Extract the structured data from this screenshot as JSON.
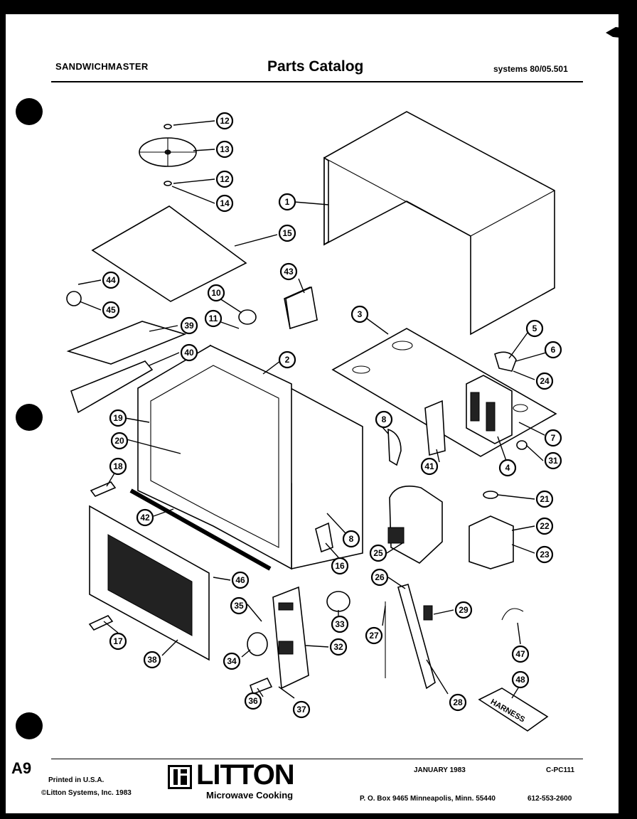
{
  "header": {
    "left": "SANDWICHMASTER",
    "center": "Parts Catalog",
    "right": "systems 80/05.501"
  },
  "footer": {
    "page_code": "A9",
    "printed": "Printed in U.S.A.",
    "copyright": "©Litton Systems, Inc. 1983",
    "logo_name": "LITTON",
    "logo_sub": "Microwave Cooking",
    "date": "JANUARY 1983",
    "doc_number": "C-PC111",
    "address": "P. O. Box 9465  Minneapolis, Minn. 55440",
    "phone": "612-553-2600"
  },
  "diagram": {
    "callouts": [
      "1",
      "2",
      "3",
      "4",
      "5",
      "6",
      "7",
      "8",
      "8",
      "10",
      "11",
      "12",
      "12",
      "13",
      "14",
      "15",
      "16",
      "17",
      "18",
      "19",
      "20",
      "21",
      "22",
      "23",
      "24",
      "25",
      "26",
      "27",
      "28",
      "29",
      "31",
      "32",
      "33",
      "34",
      "35",
      "36",
      "37",
      "38",
      "39",
      "40",
      "41",
      "42",
      "43",
      "44",
      "45",
      "46",
      "47",
      "48"
    ],
    "harness_label": "HARNESS"
  }
}
